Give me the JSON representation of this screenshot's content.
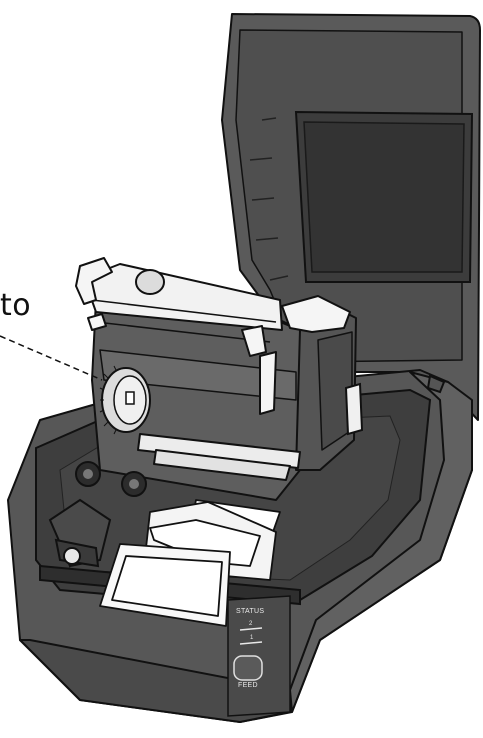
{
  "callout": {
    "text": "to"
  },
  "panel": {
    "status_label": "STATUS",
    "indicator_2": "2",
    "indicator_1": "1",
    "feed_label": "FEED"
  },
  "colors": {
    "body_dark": "#4d4d4d",
    "body_mid": "#5e5e5e",
    "body_light": "#6e6e6e",
    "window": "#3a3a3a",
    "outline": "#111111",
    "label_paper": "#ffffff",
    "gear": "#dcdcdc"
  }
}
